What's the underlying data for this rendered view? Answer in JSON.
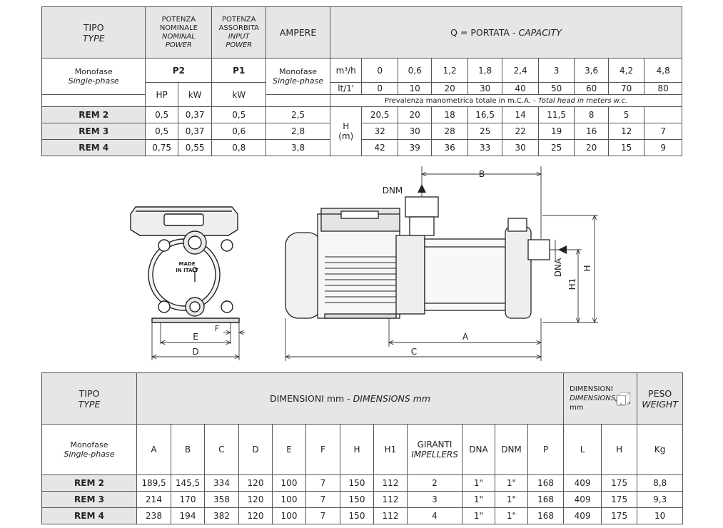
{
  "perf": {
    "tipo": "TIPO",
    "type": "TYPE",
    "pot_nom_1": "POTENZA",
    "pot_nom_2": "NOMINALE",
    "pot_nom_3": "NOMINAL",
    "pot_nom_4": "POWER",
    "pot_ass_1": "POTENZA",
    "pot_ass_2": "ASSORBITA",
    "pot_ass_3": "INPUT",
    "pot_ass_4": "POWER",
    "ampere": "AMPERE",
    "capacity_it": "Q = PORTATA - ",
    "capacity_en": "CAPACITY",
    "monofase": "Monofase",
    "single_phase": "Single-phase",
    "p2": "P2",
    "p1": "P1",
    "hp": "HP",
    "kw": "kW",
    "kw2": "kW",
    "amp_monofase": "Monofase",
    "amp_single_phase": "Single-phase",
    "unit_m3h": "m³/h",
    "unit_lt": "lt/1'",
    "flow_m3h": [
      "0",
      "0,6",
      "1,2",
      "1,8",
      "2,4",
      "3",
      "3,6",
      "4,2",
      "4,8"
    ],
    "flow_lt": [
      "0",
      "10",
      "20",
      "30",
      "40",
      "50",
      "60",
      "70",
      "80"
    ],
    "head_note_it": "Prevalenza manometrica totale in m.C.A. - ",
    "head_note_en": "Total head in meters w.c.",
    "h_label": "H",
    "h_unit": "(m)",
    "rows": [
      {
        "model": "REM 2",
        "hp": "0,5",
        "kw": "0,37",
        "p1": "0,5",
        "amp": "2,5",
        "heads": [
          "20,5",
          "20",
          "18",
          "16,5",
          "14",
          "11,5",
          "8",
          "5",
          ""
        ]
      },
      {
        "model": "REM 3",
        "hp": "0,5",
        "kw": "0,37",
        "p1": "0,6",
        "amp": "2,8",
        "heads": [
          "32",
          "30",
          "28",
          "25",
          "22",
          "19",
          "16",
          "12",
          "7"
        ]
      },
      {
        "model": "REM 4",
        "hp": "0,75",
        "kw": "0,55",
        "p1": "0,8",
        "amp": "3,8",
        "heads": [
          "42",
          "39",
          "36",
          "33",
          "30",
          "25",
          "20",
          "15",
          "9"
        ]
      }
    ]
  },
  "drawing": {
    "labels": {
      "b": "B",
      "dnm": "DNM",
      "dna": "DNA",
      "h": "H",
      "h1": "H1",
      "a": "A",
      "c": "C",
      "d": "D",
      "e": "E",
      "f": "F"
    },
    "made_in_1": "MADE",
    "made_in_2": "IN ITALY"
  },
  "dims": {
    "tipo": "TIPO",
    "type": "TYPE",
    "title_it": "DIMENSIONI mm - ",
    "title_en": "DIMENSIONS mm",
    "pack_1": "DIMENSIONI",
    "pack_2": "DIMENSIONS",
    "pack_3": "mm",
    "peso": "PESO",
    "weight": "WEIGHT",
    "monofase": "Monofase",
    "single_phase": "Single-phase",
    "giranti": "GIRANTI",
    "impellers": "IMPELLERS",
    "cols": [
      "A",
      "B",
      "C",
      "D",
      "E",
      "F",
      "H",
      "H1"
    ],
    "cols2": [
      "DNA",
      "DNM",
      "P",
      "L",
      "H"
    ],
    "kg": "Kg",
    "icon_labels": {
      "h": "H",
      "l": "L",
      "p": "P"
    },
    "rows": [
      {
        "model": "REM 2",
        "v": [
          "189,5",
          "145,5",
          "334",
          "120",
          "100",
          "7",
          "150",
          "112",
          "2",
          "1\"",
          "1\"",
          "168",
          "409",
          "175",
          "8,8"
        ]
      },
      {
        "model": "REM 3",
        "v": [
          "214",
          "170",
          "358",
          "120",
          "100",
          "7",
          "150",
          "112",
          "3",
          "1\"",
          "1\"",
          "168",
          "409",
          "175",
          "9,3"
        ]
      },
      {
        "model": "REM 4",
        "v": [
          "238",
          "194",
          "382",
          "120",
          "100",
          "7",
          "150",
          "112",
          "4",
          "1\"",
          "1\"",
          "168",
          "409",
          "175",
          "10"
        ]
      }
    ]
  }
}
